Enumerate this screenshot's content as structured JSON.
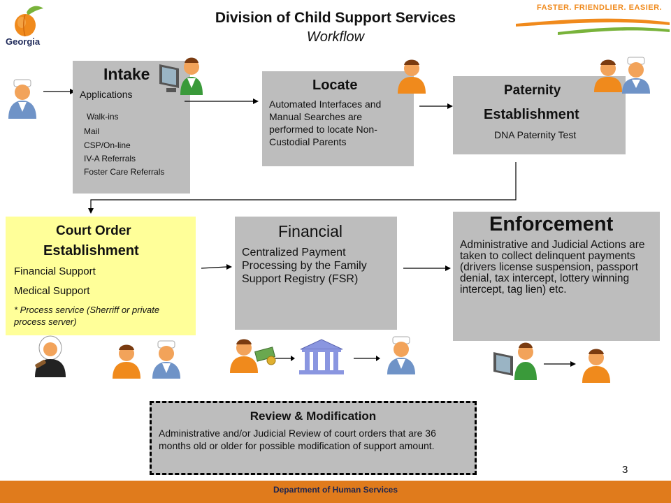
{
  "header": {
    "title": "Division of Child Support Services",
    "subtitle": "Workflow",
    "logo_text": "Georgia",
    "tagline": "FASTER. FRIENDLIER. EASIER."
  },
  "steps": {
    "intake": {
      "title": "Intake",
      "items": [
        "Applications",
        "Walk-ins",
        "Mail",
        "CSP/On-line",
        "IV-A Referrals",
        "Foster Care Referrals"
      ]
    },
    "locate": {
      "title": "Locate",
      "text": "Automated Interfaces and Manual Searches are performed to locate Non-Custodial Parents"
    },
    "paternity": {
      "title_line1": "Paternity",
      "title_line2": "Establishment",
      "text": "DNA Paternity Test"
    },
    "court": {
      "title_line1": "Court Order",
      "title_line2": "Establishment",
      "items": [
        "Financial Support",
        "Medical Support"
      ],
      "note": "* Process service (Sherriff or private process server)"
    },
    "financial": {
      "title": "Financial",
      "text": "Centralized Payment Processing by  the Family Support Registry (FSR)"
    },
    "enforcement": {
      "title": "Enforcement",
      "text": "Administrative and Judicial Actions are taken to collect delinquent payments (drivers license suspension, passport denial, tax intercept, lottery winning intercept, tag lien) etc."
    },
    "review": {
      "title": "Review & Modification",
      "text": "Administrative and/or Judicial Review of court orders that are 36 months old or older for possible modification of support amount."
    }
  },
  "page_number": "3",
  "footer": "Department of Human Services",
  "colors": {
    "box_gray": "#bdbdbd",
    "court_yellow": "#ffff99",
    "footer_orange": "#e07b1c",
    "skin": "#f2a35a",
    "nurse_blue": "#6f93c7"
  },
  "icons": [
    "peach-logo-icon",
    "nurse-icon",
    "computer-user-icon",
    "person-icon",
    "judge-icon",
    "money-icon",
    "courthouse-icon"
  ]
}
